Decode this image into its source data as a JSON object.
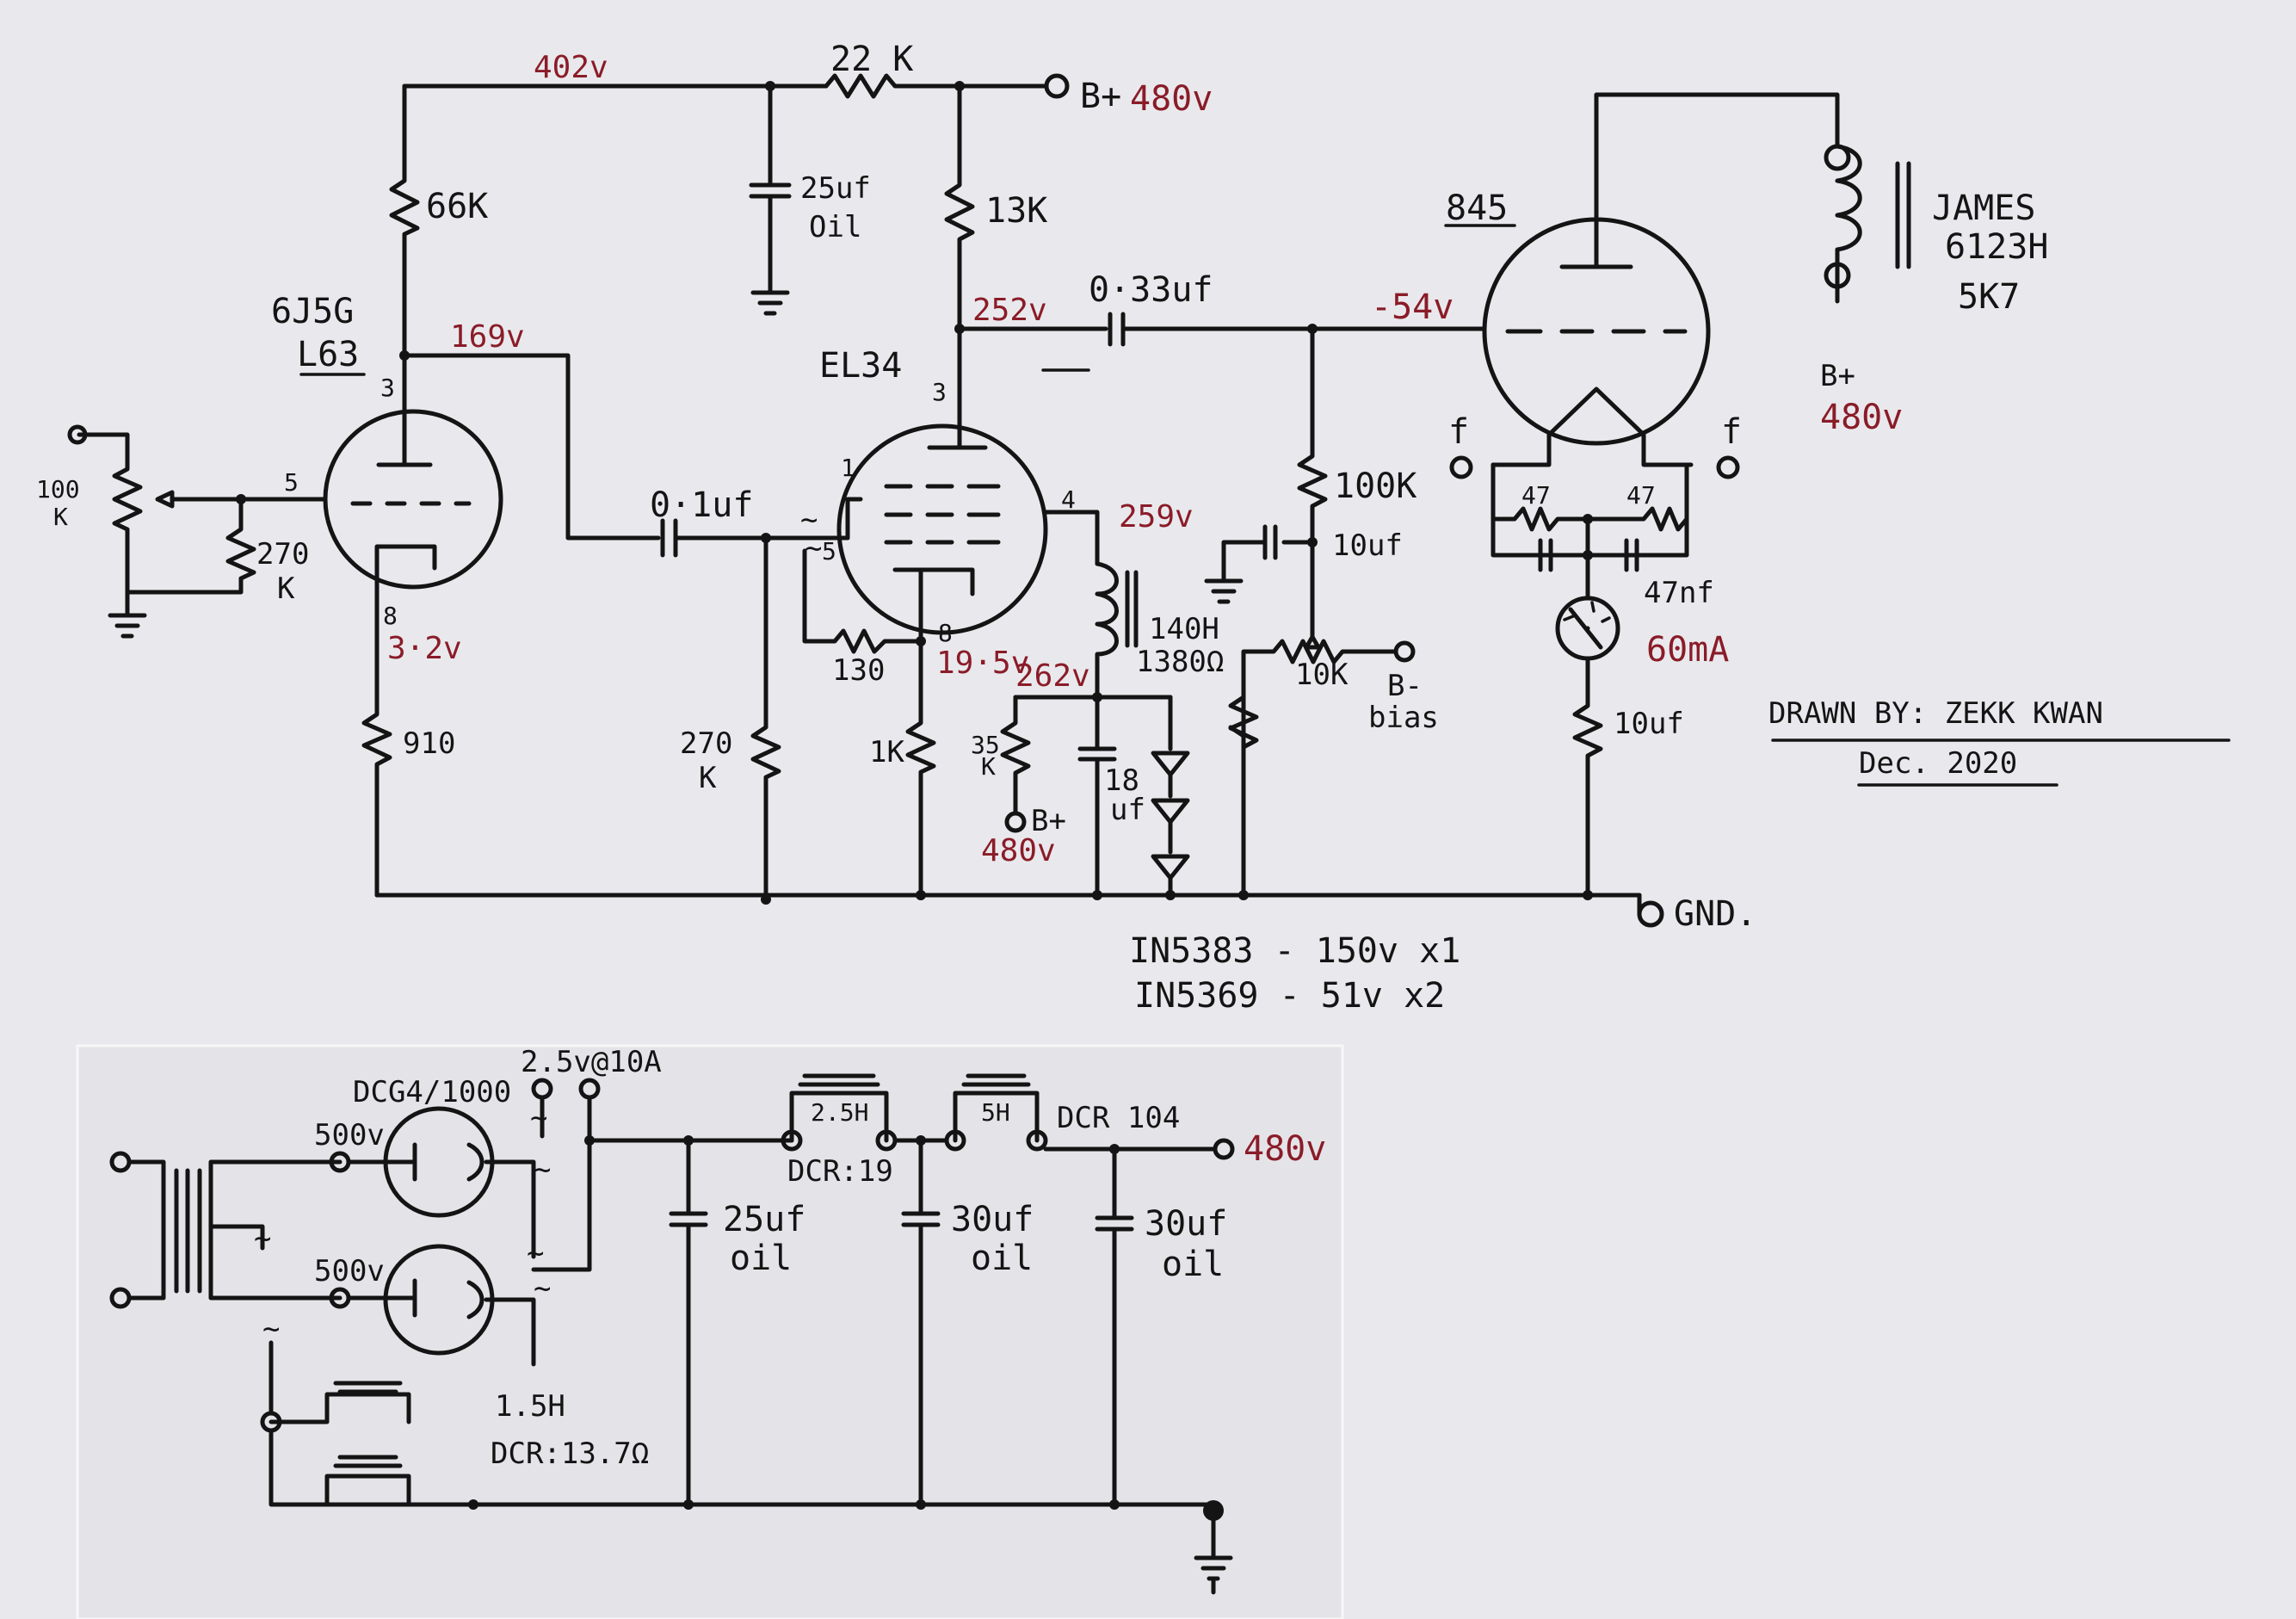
{
  "colors": {
    "paper": "#e8e8ec",
    "ink": "#141414",
    "voltage_ink": "#8a1c28"
  },
  "amp": {
    "v_402": "402v",
    "r_22k": "22 K",
    "bplus_top": "B+",
    "v_bplus_top": "480v",
    "r_66k": "66K",
    "c_25uf": "25uf",
    "c_25uf_oil": "Oil",
    "r_13k": "13K",
    "tube1_type": "6J5G",
    "tube1_sub": "L63",
    "v_169": "169v",
    "tube2_type": "EL34",
    "v_252": "252v",
    "c_033": "0·33uf",
    "v_minus54": "-54v",
    "tube3_type": "845",
    "otx_name": "JAMES",
    "otx_model": "6123H",
    "otx_imp": "5K7",
    "otx_bplus": "B+",
    "otx_v": "480v",
    "pot_100k_a": "100",
    "pot_100k_b": "K",
    "pin_3a": "3",
    "pin_5a": "5",
    "pin_8a": "8",
    "r_270k_a": "270",
    "r_270k_b": "K",
    "c_01uf": "0·1uf",
    "pin_1b": "1",
    "pin_5b": "5",
    "pin_3b": "3",
    "pin_4b": "4",
    "pin_8b": "8",
    "tilde_a": "~",
    "tilde_b": "~",
    "v_259": "259v",
    "v_3_2": "3·2v",
    "r_910": "910",
    "r_130": "130",
    "v_19_5": "19·5v",
    "choke_h": "140H",
    "choke_dcr": "1380Ω",
    "v_262": "262v",
    "r_100k_b": "100K",
    "c_10uf_b": "10uf",
    "fil_f1": "f",
    "fil_f2": "f",
    "r_47a": "47",
    "r_47b": "47",
    "c_47nf": "47nf",
    "meter": "60mA",
    "pot_10k": "10K",
    "bias_a": "B-",
    "bias_b": "bias",
    "r_270k2_a": "270",
    "r_270k2_b": "K",
    "r_1k": "1K",
    "r_35k_a": "35",
    "r_35k_b": "K",
    "bplus_mid": "B+",
    "v_bplus_mid": "480v",
    "c_18_a": "18",
    "c_18_b": "uf",
    "r_10uf_c": "10uf",
    "gnd": "GND.",
    "zener1": "IN5383 - 150v x1",
    "zener2": "IN5369 - 51v x2",
    "drawn_by": "DRAWN BY: ZEKK KWAN",
    "date": "Dec. 2020"
  },
  "psu": {
    "rect_tube": "DCG4/1000",
    "fil_supply": "2.5v@10A",
    "sec_a": "500v",
    "sec_b": "500v",
    "tilde1": "~",
    "tilde2": "~",
    "tilde3": "~",
    "tilde4": "~",
    "tilde5": "~",
    "tilde6": "~",
    "choke1": "2.5H",
    "choke1_dcr": "DCR:19",
    "choke2": "5H",
    "choke2_dcr": "DCR 104",
    "out_v": "480v",
    "c1": "25uf",
    "c1_oil": "oil",
    "c2": "30uf",
    "c2_oil": "oil",
    "c3": "30uf",
    "c3_oil": "oil",
    "choke3": "1.5H",
    "choke3_dcr": "DCR:13.7Ω"
  }
}
